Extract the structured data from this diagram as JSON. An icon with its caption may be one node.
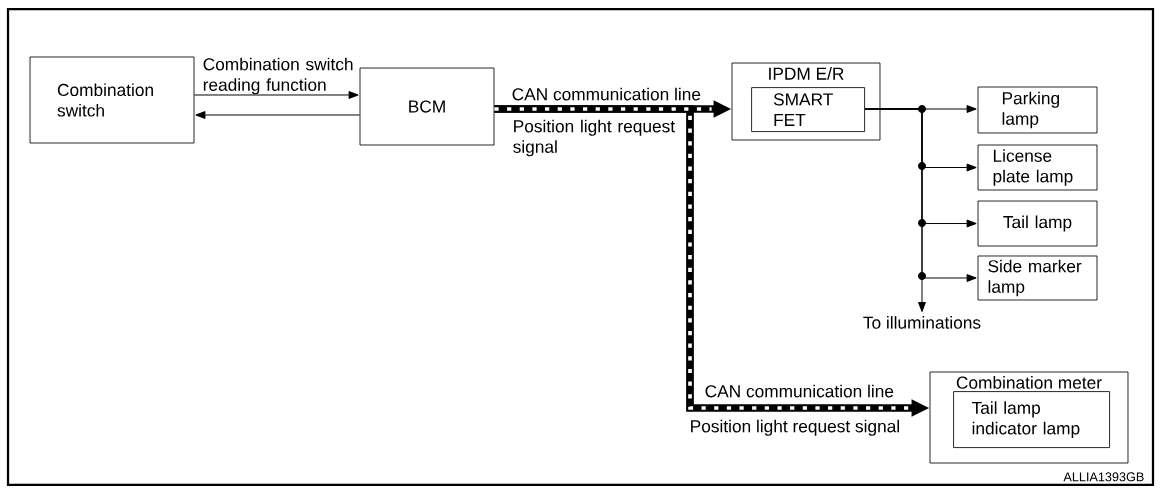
{
  "diagram": {
    "nodes": [
      {
        "text": [
          "Combination switch"
        ]
      },
      {
        "text": [
          "BCM"
        ]
      },
      {
        "text": [
          "IPDM E/R"
        ]
      },
      {
        "text": [
          "SMART FET"
        ],
        "in": 2
      },
      {
        "text": [
          "Parking lamp"
        ]
      },
      {
        "text": [
          "License plate lamp"
        ]
      },
      {
        "text": [
          "Tail lamp"
        ]
      },
      {
        "text": [
          "Side marker lamp"
        ]
      },
      {
        "text": [
          "To illuminations"
        ]
      },
      {
        "text": [
          "Combination meter"
        ]
      },
      {
        "text": [
          "Tail lamp indicator lamp"
        ],
        "in": 9
      }
    ],
    "edges": [
      {
        "from": 0,
        "to": 1,
        "arrow": "to",
        "label": "Combination switch reading function"
      },
      {
        "from": 1,
        "to": 0,
        "arrow": "to"
      },
      {
        "from": 1,
        "to": 2,
        "arrow": "to",
        "label": "CAN communication line",
        "style": "thick"
      },
      {
        "from": 1,
        "to": 9,
        "arrow": "to",
        "label": "CAN communication line",
        "style": "thick"
      },
      {
        "from": 3,
        "to": 4,
        "arrow": "to"
      },
      {
        "from": 3,
        "to": 5,
        "arrow": "to"
      },
      {
        "from": 3,
        "to": 6,
        "arrow": "to"
      },
      {
        "from": 3,
        "to": 7,
        "arrow": "to"
      },
      {
        "from": 3,
        "to": 8,
        "arrow": "to"
      }
    ],
    "labels": [
      "Position light request signal",
      "Position light request signal",
      "ALLIA1393GB"
    ]
  }
}
